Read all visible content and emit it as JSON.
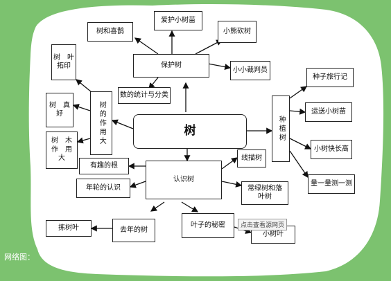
{
  "caption": "网络图：",
  "watermark": "点击查看源网页",
  "center": "树",
  "nodes": {
    "protect": "保护树",
    "magpie": "树和喜鹊",
    "care": "爱护小树苗",
    "woodpecker": "小熊砍树",
    "judge": "小小裁判员",
    "stats": "数的统计与分类",
    "leaf_print": "树　叶\n拓印",
    "uses": "树的作用大",
    "tree_good": "树　真\n好",
    "wood": "树　木\n作　用\n大",
    "plant": "种植树",
    "seed": "种子旅行记",
    "seedling": "运送小树苗",
    "grow": "小树快长高",
    "measure": "量一量测一测",
    "sketch": "线描树",
    "know": "认识树",
    "roots": "有趣的根",
    "rings": "年轮的认识",
    "evergreen": "常绿树和落\n叶树",
    "pick_leaf": "拣树叶",
    "last_year": "去年的树",
    "leaf_secret": "叶子的秘密",
    "small_leaf": "小树叶"
  }
}
